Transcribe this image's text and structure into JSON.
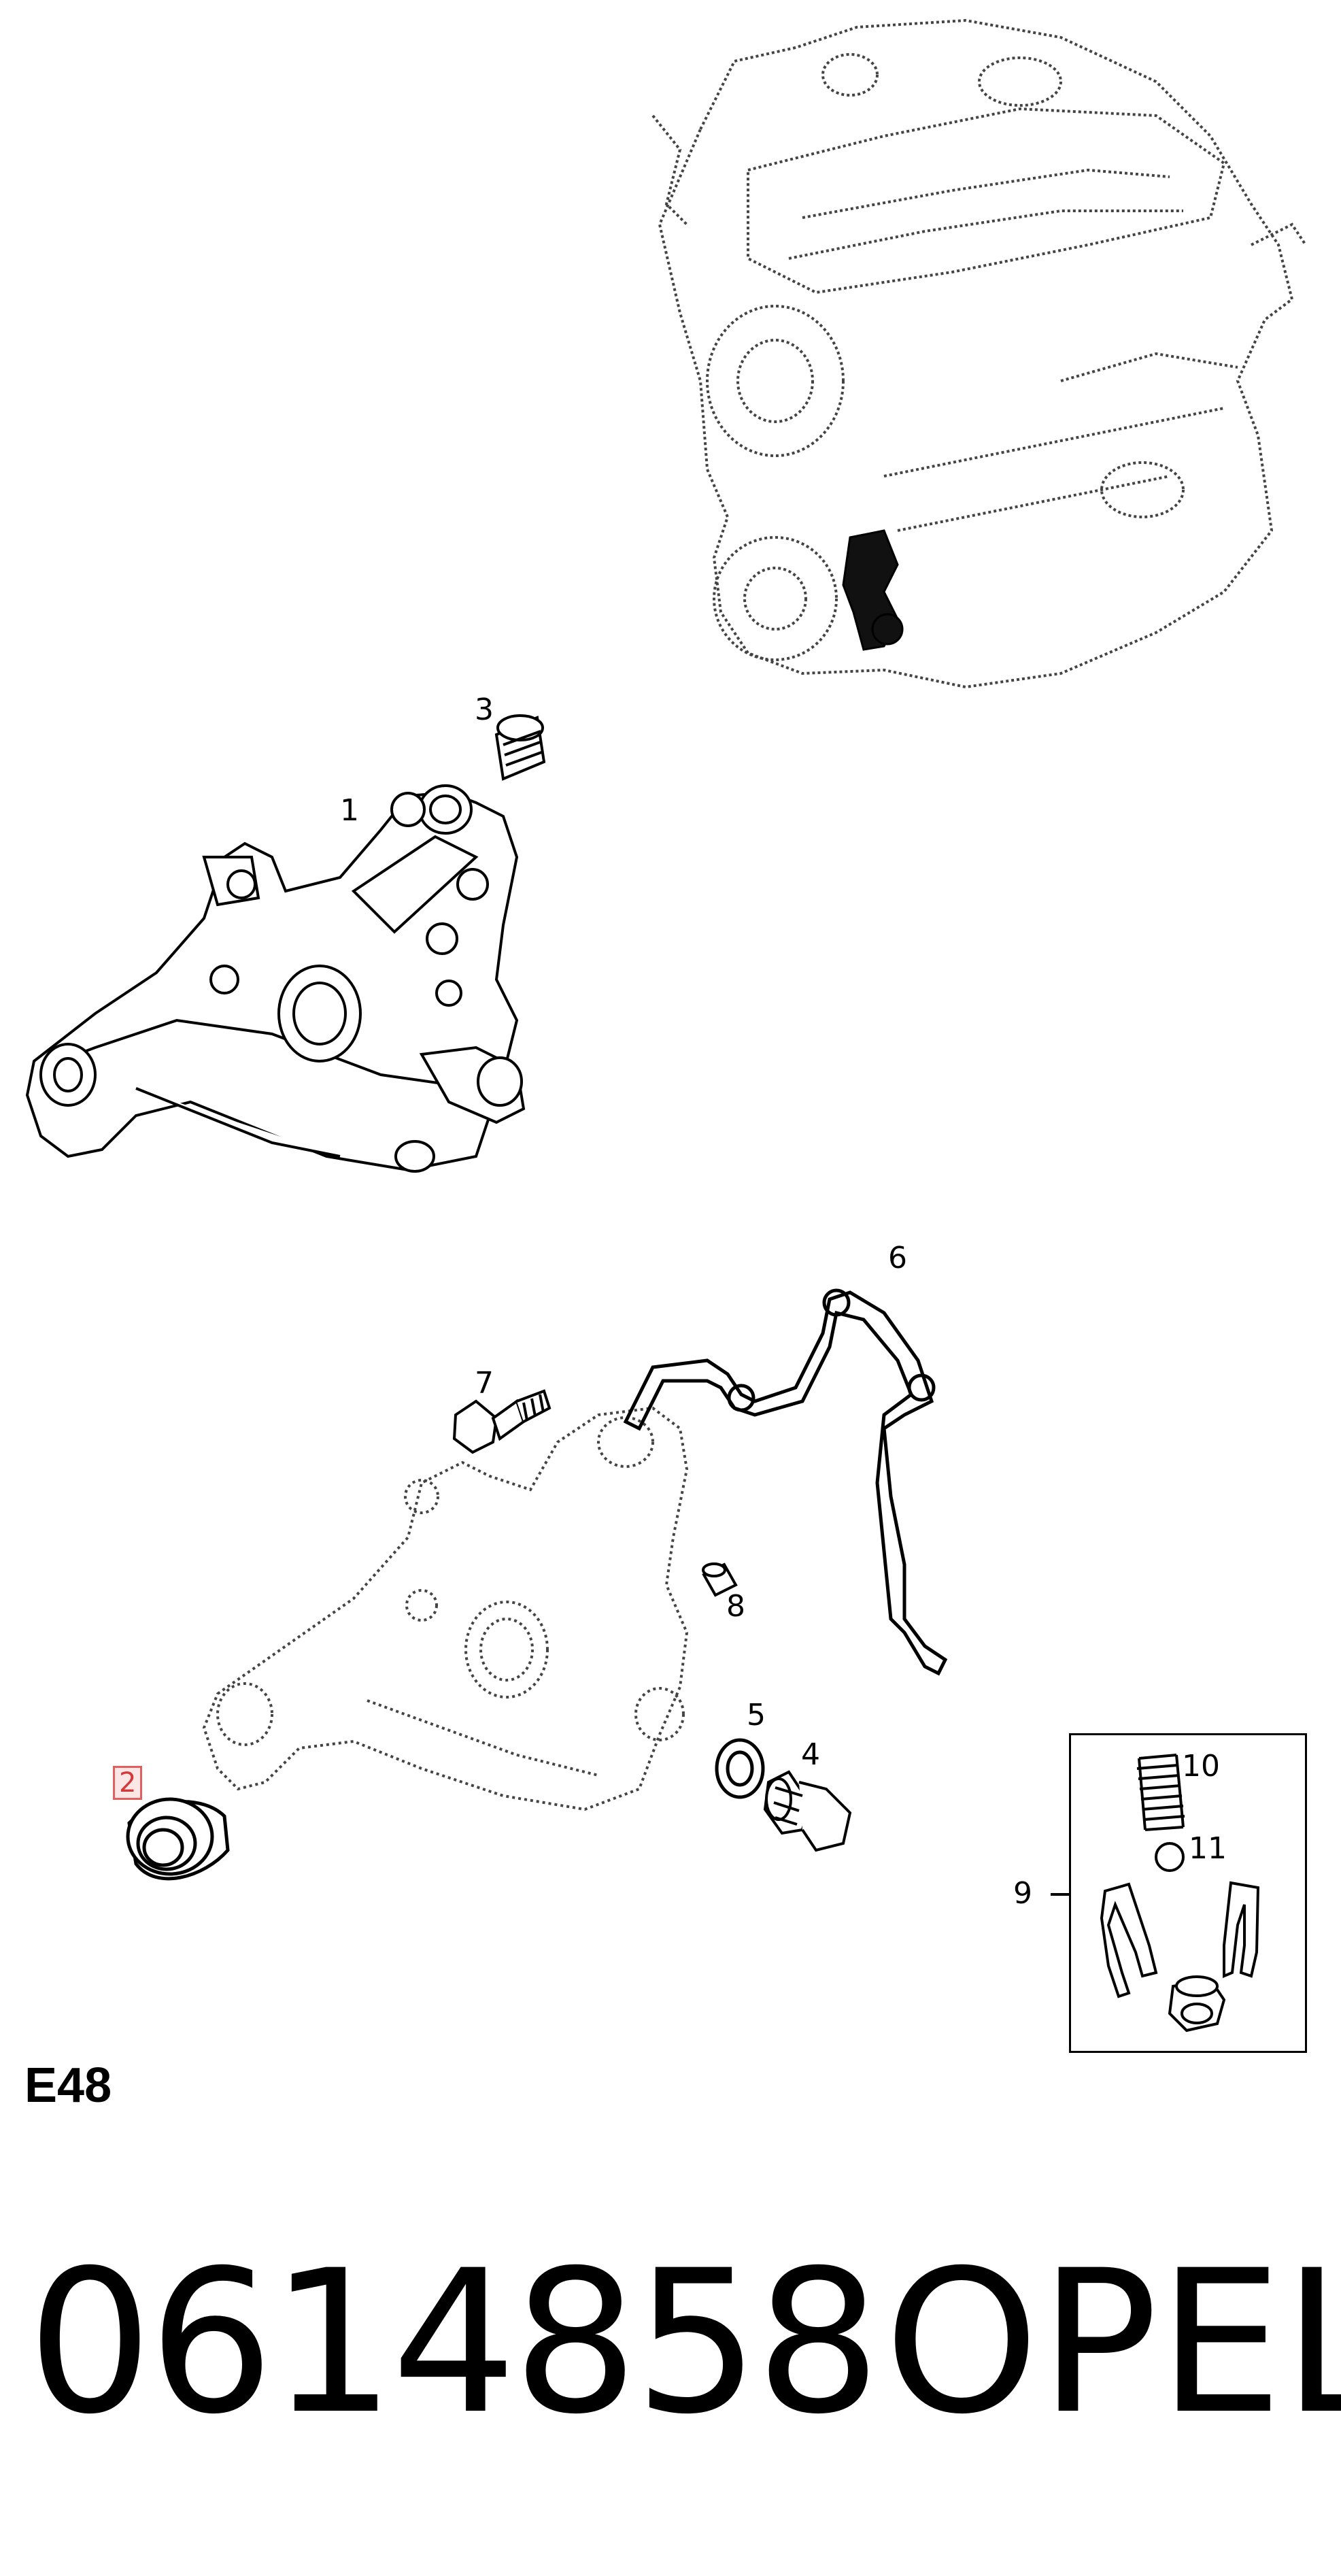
{
  "diagram": {
    "code": "E48",
    "part_number": "0614858",
    "brand": "OPEL",
    "callouts": [
      {
        "id": "c1",
        "label": "1"
      },
      {
        "id": "c2",
        "label": "2",
        "highlighted": true
      },
      {
        "id": "c3",
        "label": "3"
      },
      {
        "id": "c4",
        "label": "4"
      },
      {
        "id": "c5",
        "label": "5"
      },
      {
        "id": "c6",
        "label": "6"
      },
      {
        "id": "c7",
        "label": "7"
      },
      {
        "id": "c8",
        "label": "8"
      },
      {
        "id": "c9",
        "label": "9"
      },
      {
        "id": "c10",
        "label": "10"
      },
      {
        "id": "c11",
        "label": "11"
      }
    ],
    "highlight_color": "#e06060"
  }
}
